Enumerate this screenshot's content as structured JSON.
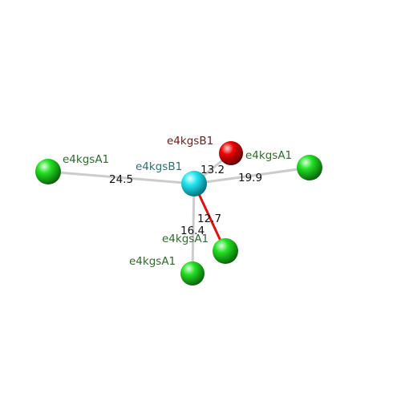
{
  "diagram": {
    "nodes": [
      {
        "id": "center",
        "label": "e4kgsB1",
        "color": "#00e5f0",
        "label_color": "#2e6f73"
      },
      {
        "id": "red",
        "label": "e4kgsB1",
        "color": "#e00000",
        "label_color": "#6b1d1d"
      },
      {
        "id": "left",
        "label": "e4kgsA1",
        "color": "#22dd22",
        "label_color": "#2f6b2f"
      },
      {
        "id": "right",
        "label": "e4kgsA1",
        "color": "#22dd22",
        "label_color": "#2f6b2f"
      },
      {
        "id": "bottom-right",
        "label": "e4kgsA1",
        "color": "#22dd22",
        "label_color": "#2f6b2f"
      },
      {
        "id": "bottom",
        "label": "e4kgsA1",
        "color": "#22dd22",
        "label_color": "#2f6b2f"
      }
    ],
    "edges": [
      {
        "from": "center",
        "to": "red",
        "distance": "13.2",
        "color": "#cfcfcf"
      },
      {
        "from": "center",
        "to": "left",
        "distance": "24.5",
        "color": "#cfcfcf"
      },
      {
        "from": "center",
        "to": "right",
        "distance": "19.9",
        "color": "#cfcfcf"
      },
      {
        "from": "center",
        "to": "bottom-right",
        "distance": "12.7",
        "color": "#dd1111"
      },
      {
        "from": "center",
        "to": "bottom",
        "distance": "16.4",
        "color": "#cfcfcf"
      }
    ]
  }
}
